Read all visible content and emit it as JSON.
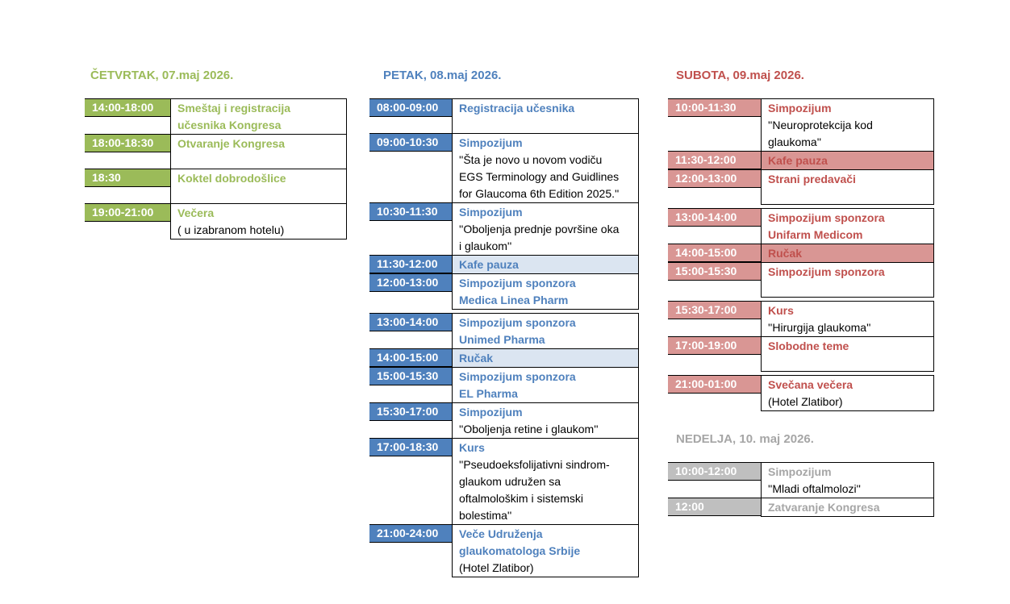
{
  "document_title": "Kongres program raspored",
  "border_color": "#000000",
  "columns": [
    {
      "id": "cetvrtak",
      "header": "ČETVRTAK, 07.maj 2026.",
      "theme": {
        "title": "#9BBB59",
        "chip_bg": "#9BBB59",
        "chip_text": "#FFFFFF",
        "highlight_bg": "",
        "highlight_text": ""
      },
      "events": [
        {
          "time": "14:00-18:00",
          "height_lines": 2,
          "gap_before": false,
          "highlight": false,
          "lines": [
            {
              "text": "Smeštaj i registracija",
              "style": "title"
            },
            {
              "text": "učesnika Kongresa",
              "style": "title"
            }
          ]
        },
        {
          "time": "18:00-18:30",
          "height_lines": 2,
          "gap_before": false,
          "highlight": false,
          "lines": [
            {
              "text": "Otvaranje Kongresa",
              "style": "title"
            }
          ]
        },
        {
          "time": "18:30",
          "height_lines": 2,
          "gap_before": false,
          "highlight": false,
          "lines": [
            {
              "text": "Koktel dobrodošlice",
              "style": "title"
            }
          ]
        },
        {
          "time": "19:00-21:00",
          "height_lines": 2,
          "gap_before": false,
          "highlight": false,
          "lines": [
            {
              "text": "Večera",
              "style": "title"
            },
            {
              "text": "( u izabranom hotelu)",
              "style": "plain"
            }
          ]
        }
      ]
    },
    {
      "id": "petak",
      "header": "PETAK, 08.maj 2026.",
      "theme": {
        "title": "#4F81BD",
        "chip_bg": "#4F81BD",
        "chip_text": "#FFFFFF",
        "highlight_bg": "#DBE5F1",
        "highlight_text": "#4F81BD"
      },
      "events": [
        {
          "time": "08:00-09:00",
          "height_lines": 2,
          "gap_before": false,
          "highlight": false,
          "lines": [
            {
              "text": "Registracija učesnika",
              "style": "title"
            }
          ]
        },
        {
          "time": "09:00-10:30",
          "height_lines": 4,
          "gap_before": false,
          "highlight": false,
          "lines": [
            {
              "text": "Simpozijum",
              "style": "title"
            },
            {
              "text": "''Šta je novo u novom vodiču",
              "style": "plain"
            },
            {
              "text": "EGS Terminology and Guidlines",
              "style": "plain"
            },
            {
              "text": "for Glaucoma 6th Edition 2025.''",
              "style": "plain"
            }
          ]
        },
        {
          "time": "10:30-11:30",
          "height_lines": 3,
          "gap_before": false,
          "highlight": false,
          "lines": [
            {
              "text": "Simpozijum",
              "style": "title"
            },
            {
              "text": "''Oboljenja prednje površine oka",
              "style": "plain"
            },
            {
              "text": "i glaukom''",
              "style": "plain"
            }
          ]
        },
        {
          "time": "11:30-12:00",
          "height_lines": 1,
          "gap_before": false,
          "highlight": true,
          "lines": [
            {
              "text": "Kafe pauza",
              "style": "title"
            }
          ]
        },
        {
          "time": "12:00-13:00",
          "height_lines": 2,
          "gap_before": false,
          "highlight": false,
          "lines": [
            {
              "text": "Simpozijum sponzora",
              "style": "title"
            },
            {
              "text": "Medica Linea Pharm",
              "style": "title"
            }
          ]
        },
        {
          "time": "13:00-14:00",
          "height_lines": 2,
          "gap_before": true,
          "highlight": false,
          "lines": [
            {
              "text": "Simpozijum sponzora",
              "style": "title"
            },
            {
              "text": "Unimed Pharma",
              "style": "title"
            }
          ]
        },
        {
          "time": "14:00-15:00",
          "height_lines": 1,
          "gap_before": false,
          "highlight": true,
          "lines": [
            {
              "text": "Ručak",
              "style": "title"
            }
          ]
        },
        {
          "time": "15:00-15:30",
          "height_lines": 2,
          "gap_before": false,
          "highlight": false,
          "lines": [
            {
              "text": "Simpozijum sponzora",
              "style": "title"
            },
            {
              "text": "EL Pharma",
              "style": "title"
            }
          ]
        },
        {
          "time": "15:30-17:00",
          "height_lines": 2,
          "gap_before": false,
          "highlight": false,
          "lines": [
            {
              "text": "Simpozijum",
              "style": "title"
            },
            {
              "text": "''Oboljenja retine i glaukom''",
              "style": "plain"
            }
          ]
        },
        {
          "time": "17:00-18:30",
          "height_lines": 5,
          "gap_before": false,
          "highlight": false,
          "lines": [
            {
              "text": "Kurs",
              "style": "title"
            },
            {
              "text": "''Pseudoeksfolijativni sindrom-",
              "style": "plain"
            },
            {
              "text": "glaukom udružen sa",
              "style": "plain"
            },
            {
              "text": "oftalmološkim i sistemski",
              "style": "plain"
            },
            {
              "text": "bolestima''",
              "style": "plain"
            }
          ]
        },
        {
          "time": "21:00-24:00",
          "height_lines": 3,
          "gap_before": false,
          "highlight": false,
          "lines": [
            {
              "text": "Veče Udruženja",
              "style": "title"
            },
            {
              "text": "glaukomatologa Srbije",
              "style": "title"
            },
            {
              "text": "(Hotel Zlatibor)",
              "style": "plain"
            }
          ]
        }
      ]
    },
    {
      "id": "subota",
      "header": "SUBOTA, 09.maj 2026.",
      "theme": {
        "title": "#C0504D",
        "chip_bg": "#D99694",
        "chip_text": "#FFFFFF",
        "highlight_bg": "#D99694",
        "highlight_text": "#C0504D"
      },
      "events": [
        {
          "time": "10:00-11:30",
          "height_lines": 3,
          "gap_before": false,
          "highlight": false,
          "lines": [
            {
              "text": "Simpozijum",
              "style": "title"
            },
            {
              "text": "''Neuroprotekcija kod",
              "style": "plain"
            },
            {
              "text": "glaukoma''",
              "style": "plain"
            }
          ]
        },
        {
          "time": "11:30-12:00",
          "height_lines": 1,
          "gap_before": false,
          "highlight": true,
          "lines": [
            {
              "text": "Kafe pauza",
              "style": "title"
            }
          ]
        },
        {
          "time": "12:00-13:00",
          "height_lines": 2,
          "gap_before": false,
          "highlight": false,
          "lines": [
            {
              "text": "Strani predavači",
              "style": "title"
            }
          ]
        },
        {
          "time": "13:00-14:00",
          "height_lines": 2,
          "gap_before": true,
          "highlight": false,
          "lines": [
            {
              "text": "Simpozijum sponzora",
              "style": "title"
            },
            {
              "text": "Unifarm Medicom",
              "style": "title"
            }
          ]
        },
        {
          "time": "14:00-15:00",
          "height_lines": 1,
          "gap_before": false,
          "highlight": true,
          "lines": [
            {
              "text": "Ručak",
              "style": "title"
            }
          ]
        },
        {
          "time": "15:00-15:30",
          "height_lines": 2,
          "gap_before": false,
          "highlight": false,
          "lines": [
            {
              "text": "Simpozijum sponzora",
              "style": "title"
            }
          ]
        },
        {
          "time": "15:30-17:00",
          "height_lines": 2,
          "gap_before": true,
          "highlight": false,
          "lines": [
            {
              "text": "Kurs",
              "style": "title"
            },
            {
              "text": "''Hirurgija glaukoma''",
              "style": "plain"
            }
          ]
        },
        {
          "time": "17:00-19:00",
          "height_lines": 2,
          "gap_before": false,
          "highlight": false,
          "lines": [
            {
              "text": "Slobodne teme",
              "style": "title"
            }
          ]
        },
        {
          "time": "21:00-01:00",
          "height_lines": 2,
          "gap_before": true,
          "highlight": false,
          "lines": [
            {
              "text": "Svečana večera",
              "style": "title"
            },
            {
              "text": "(Hotel Zlatibor)",
              "style": "plain"
            }
          ]
        }
      ]
    },
    {
      "id": "nedelja",
      "header": "NEDELJA, 10. maj 2026.",
      "theme": {
        "title": "#A6A6A6",
        "chip_bg": "#BFBFBF",
        "chip_text": "#FFFFFF",
        "highlight_bg": "",
        "highlight_text": ""
      },
      "events": [
        {
          "time": "10:00-12:00",
          "height_lines": 2,
          "gap_before": false,
          "highlight": false,
          "lines": [
            {
              "text": "Simpozijum",
              "style": "title"
            },
            {
              "text": "''Mladi oftalmolozi''",
              "style": "plain"
            }
          ]
        },
        {
          "time": "12:00",
          "height_lines": 1,
          "gap_before": false,
          "highlight": false,
          "lines": [
            {
              "text": "Zatvaranje Kongresa",
              "style": "title"
            }
          ]
        }
      ]
    }
  ]
}
